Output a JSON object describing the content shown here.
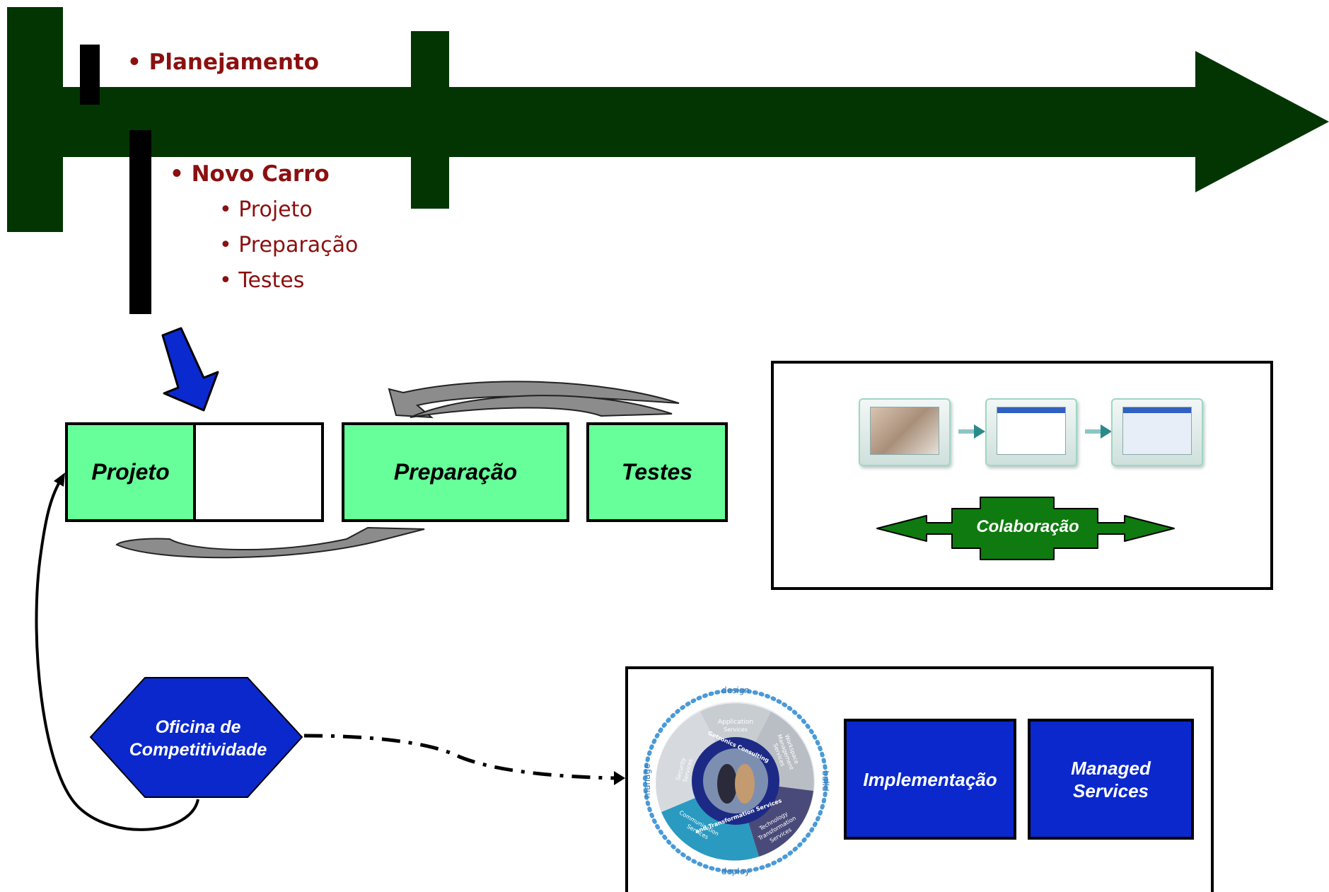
{
  "timeline": {
    "level1": "• Planejamento",
    "level2": "• Novo Carro",
    "sub_items": [
      "• Projeto",
      "• Preparação",
      "• Testes"
    ]
  },
  "process": {
    "projeto": "Projeto",
    "preparacao": "Preparação",
    "testes": "Testes"
  },
  "collab": {
    "label": "Colaboração"
  },
  "oficina": {
    "line1": "Oficina de",
    "line2": "Competitividade"
  },
  "services": {
    "wheel_ring": {
      "top": "design",
      "right": "build",
      "bottom": "deploy",
      "left": "manage"
    },
    "wheel_segments": {
      "application": "Application",
      "application_sub": "Services",
      "workspace": "Workspace",
      "workspace_sub": "Management",
      "workspace_sub2": "Services",
      "security": "Security",
      "security_sub": "Services",
      "communication": "Communication",
      "communication_sub": "Services",
      "technology": "Technology",
      "technology_sub": "Transformation",
      "technology_sub2": "Services",
      "center_top": "Getronics Consulting",
      "center_bottom": "and Transformation Services"
    },
    "implementacao": "Implementação",
    "managed_line1": "Managed",
    "managed_line2": "Services"
  },
  "colors": {
    "timeline_green": "#033503",
    "box_green": "#66ff99",
    "box_blue": "#0a28cc",
    "bullet_red": "#8b1010",
    "collab_green": "#0f7a0f"
  }
}
